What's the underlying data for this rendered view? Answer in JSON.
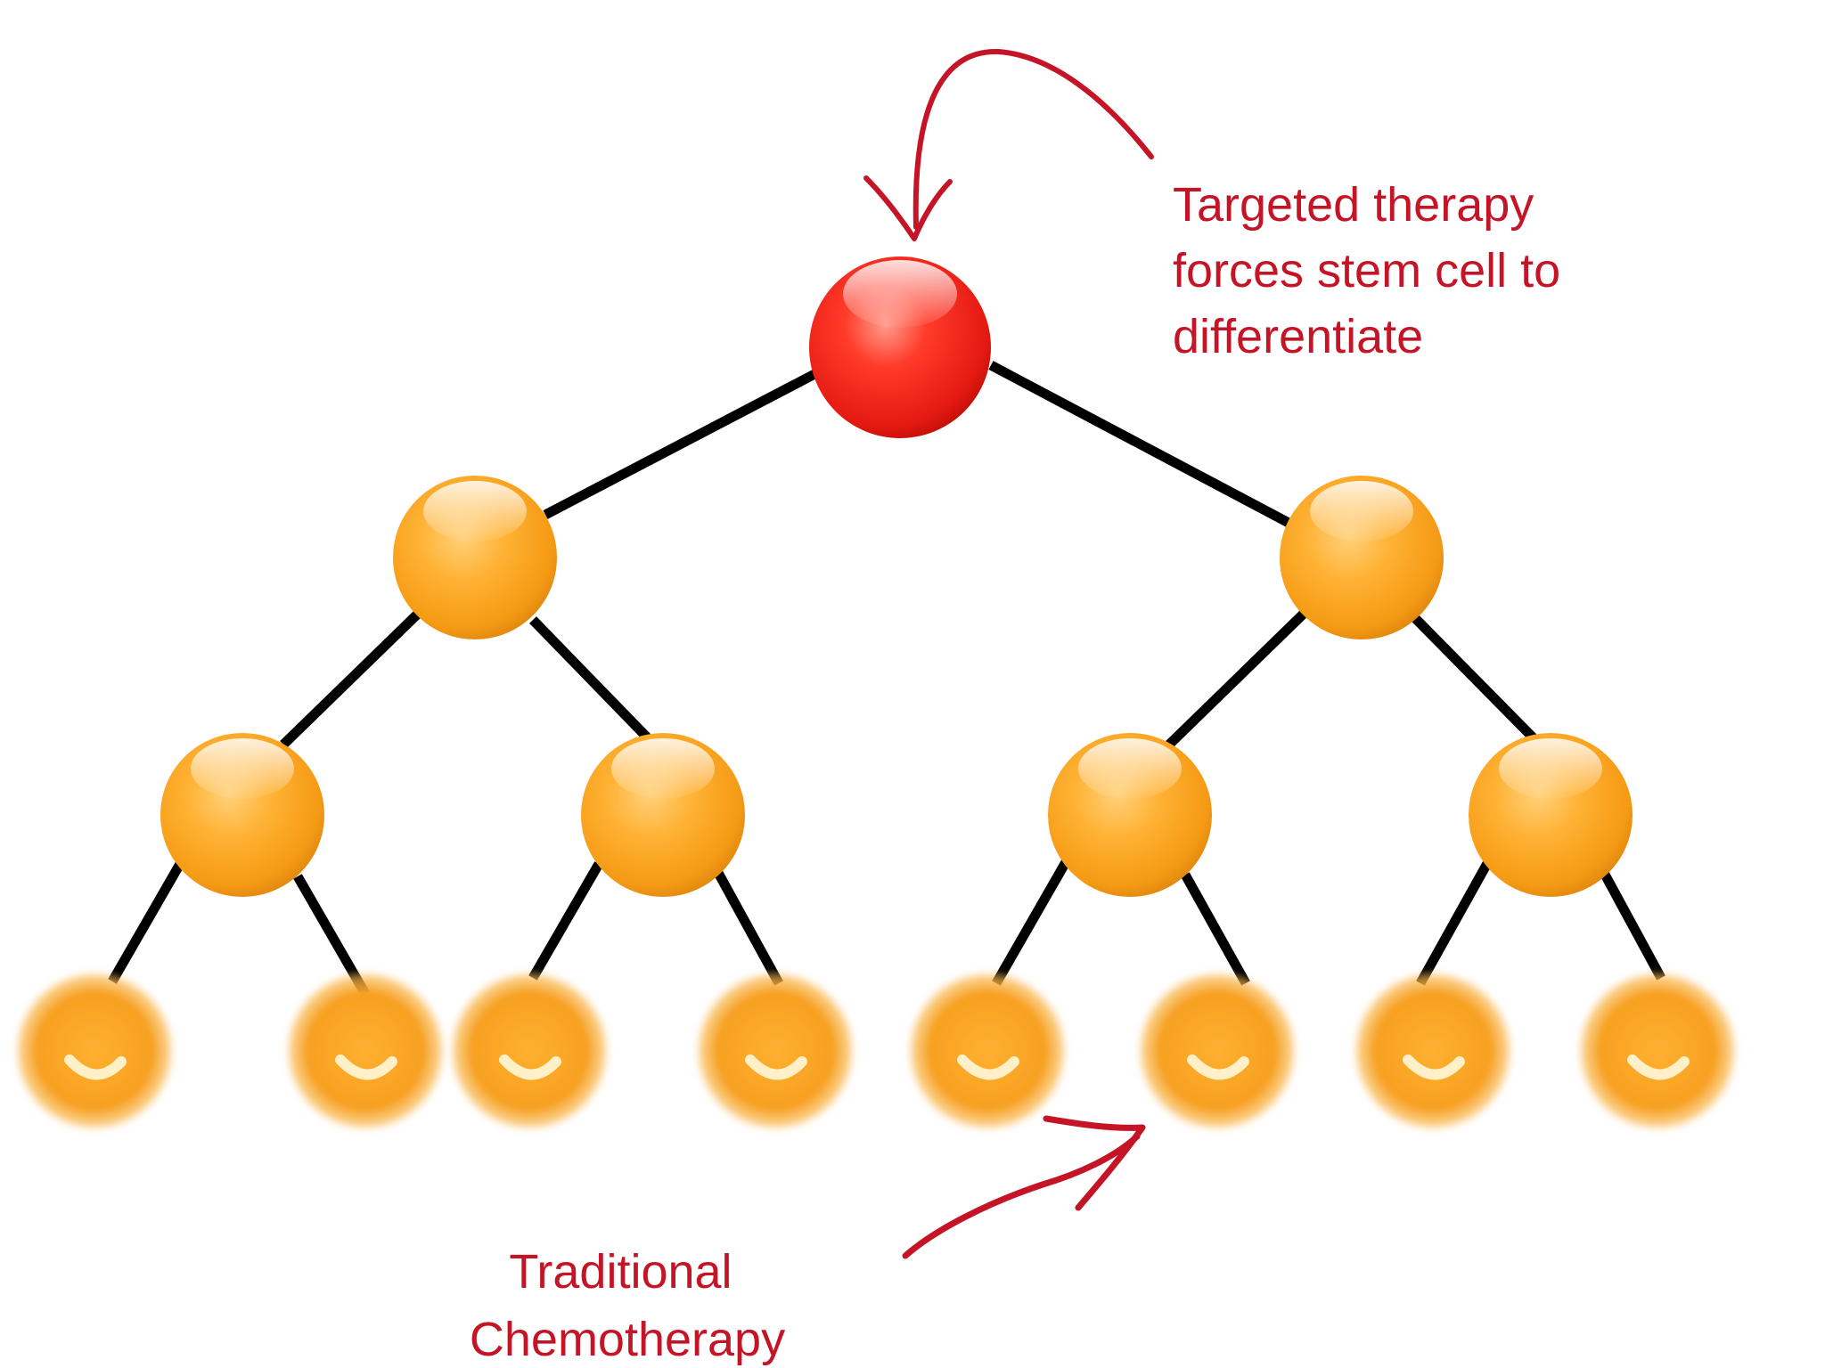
{
  "colors": {
    "stem_cell": "#e8201c",
    "progenitor_cell": "#f4a21c",
    "differentiated_cell": "#f6a622",
    "connector": "#000000",
    "annotation": "#c41426",
    "background": "#ffffff"
  },
  "annotations": {
    "targeted_therapy": [
      "Targeted therapy",
      "forces stem cell to",
      "differentiate"
    ],
    "chemotherapy": [
      "Traditional",
      "Chemotherapy"
    ]
  },
  "tree": {
    "levels": [
      {
        "role": "stem cell",
        "count": 1
      },
      {
        "role": "progenitor cell",
        "count": 2
      },
      {
        "role": "progenitor cell",
        "count": 4
      },
      {
        "role": "differentiated cell",
        "count": 8
      }
    ]
  }
}
